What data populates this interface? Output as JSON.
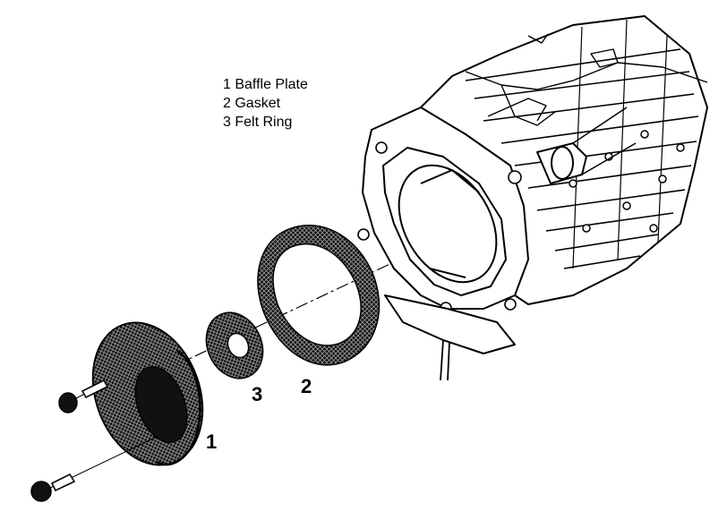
{
  "legend": {
    "items": [
      {
        "number": "1",
        "text": "1 Baffle Plate"
      },
      {
        "number": "2",
        "text": "2 Gasket"
      },
      {
        "number": "3",
        "text": "3 Felt Ring"
      }
    ]
  },
  "callouts": {
    "baffle_plate": "1",
    "gasket": "2",
    "felt_ring": "3"
  },
  "colors": {
    "line": "#000000",
    "background": "#ffffff"
  }
}
